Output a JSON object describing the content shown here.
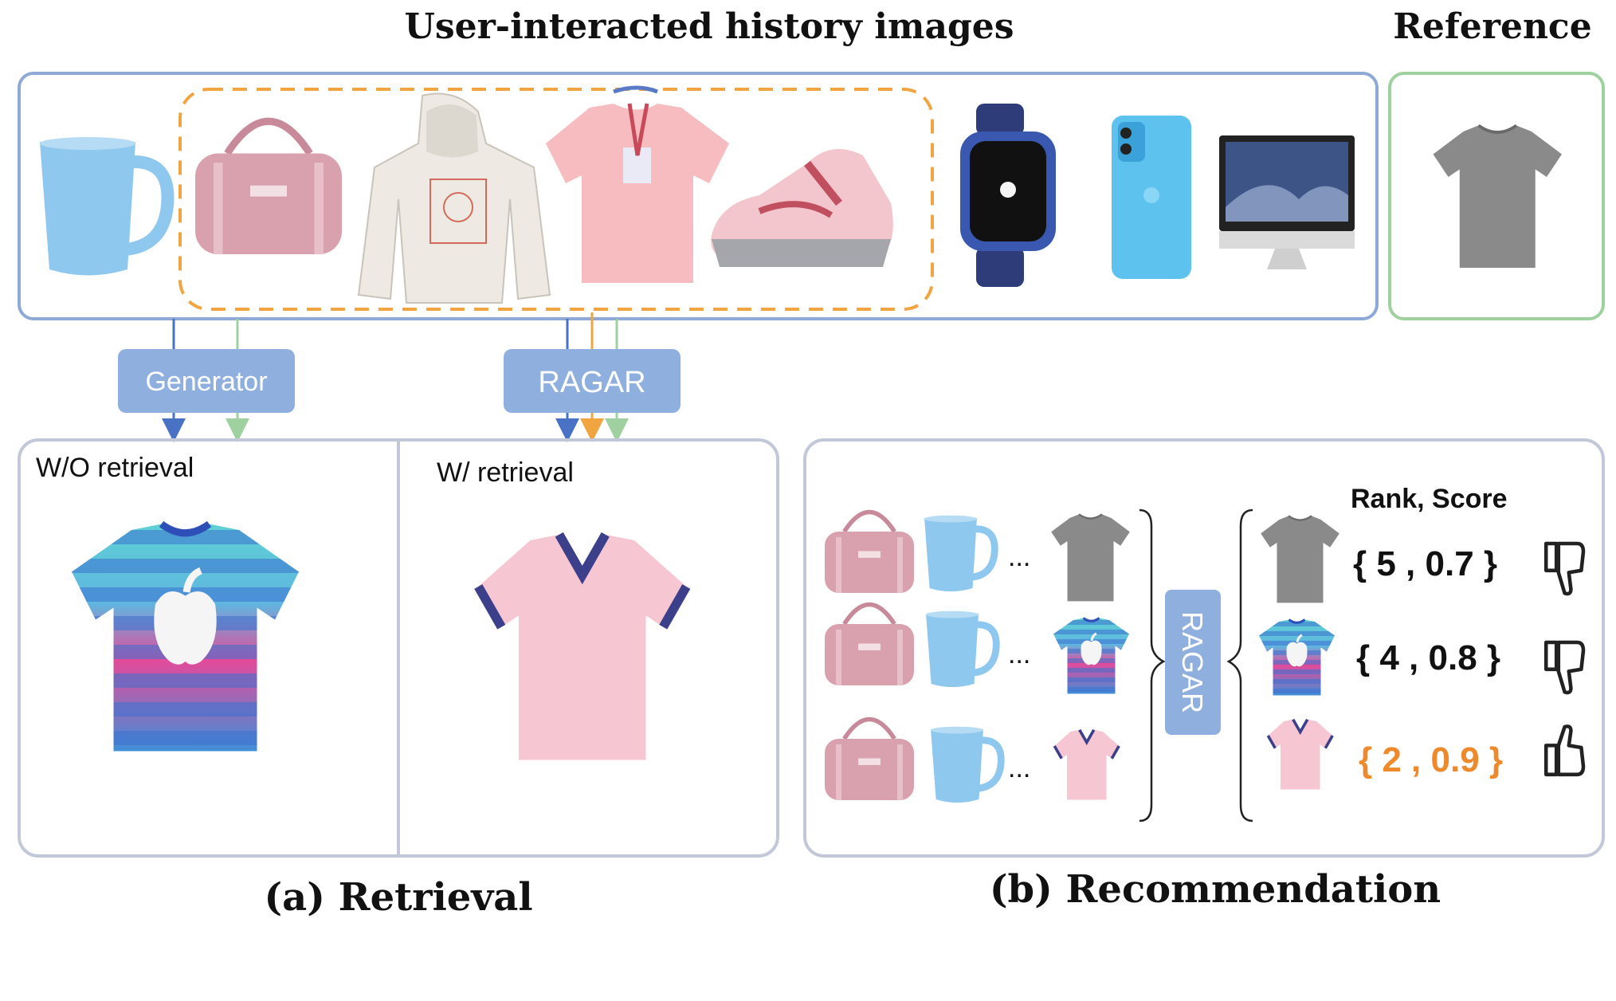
{
  "header": {
    "history_title": "User-interacted history images",
    "reference_title": "Reference"
  },
  "history_items": [
    "mug",
    "duffel bag",
    "hoodie",
    "t-shirt",
    "sneaker",
    "smartwatch",
    "phone",
    "desktop computer"
  ],
  "reference_item": "gray t-shirt",
  "modules": {
    "generator_label": "Generator",
    "ragar_label": "RAGAR",
    "ragar_vertical_label": "RAGAR"
  },
  "retrieval": {
    "without_label": "W/O retrieval",
    "with_label": "W/ retrieval",
    "caption": "(a) Retrieval"
  },
  "recommendation": {
    "header": "Rank, Score",
    "ellipsis": "...",
    "rows": [
      {
        "score_text": "{ 5 , 0.7 }",
        "feedback": "thumbs-down",
        "highlight": false
      },
      {
        "score_text": "{ 4 , 0.8 }",
        "feedback": "thumbs-down",
        "highlight": false
      },
      {
        "score_text": "{ 2 , 0.9 }",
        "feedback": "thumbs-up",
        "highlight": true
      }
    ],
    "caption": "(b) Recommendation"
  },
  "colors": {
    "panel_border": "#8fa9d6",
    "reference_border": "#9fd1a0",
    "dashed_orange": "#f0a540",
    "module_fill": "#8fb0de",
    "arrow_blue": "#4a72c4",
    "arrow_orange": "#f0a540",
    "arrow_green": "#9fd1a0",
    "highlight_score": "#ee8a2c",
    "bottom_panel_border": "#c2c8d8"
  }
}
